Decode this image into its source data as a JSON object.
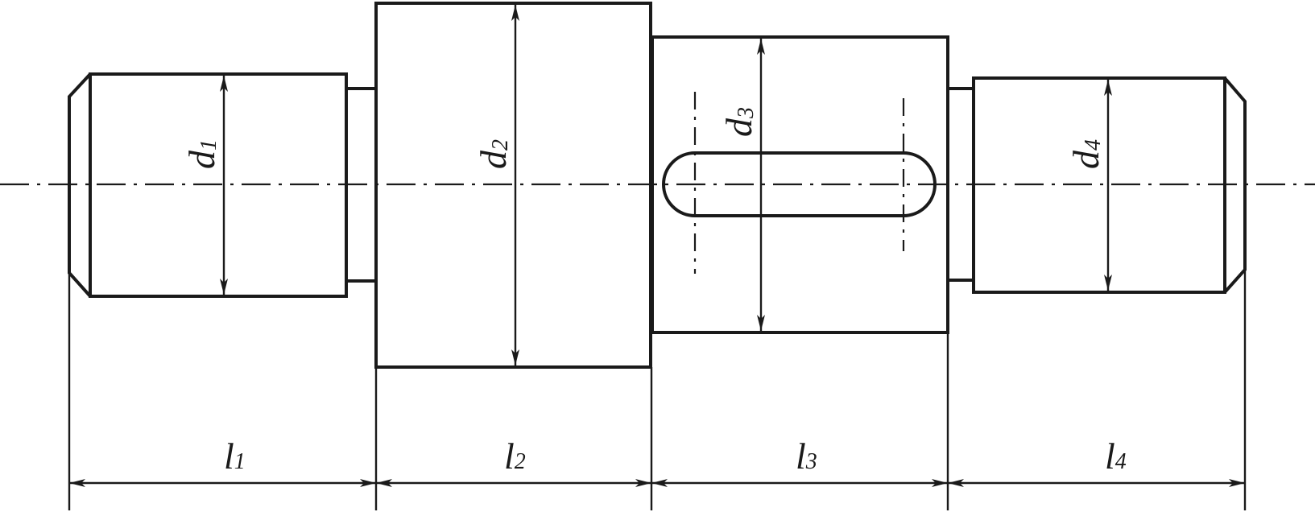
{
  "diameters": [
    {
      "id": "d1",
      "letter": "d",
      "sub": "1"
    },
    {
      "id": "d2",
      "letter": "d",
      "sub": "2"
    },
    {
      "id": "d3",
      "letter": "d",
      "sub": "3"
    },
    {
      "id": "d4",
      "letter": "d",
      "sub": "4"
    }
  ],
  "lengths": [
    {
      "id": "l1",
      "letter": "l",
      "sub": "1"
    },
    {
      "id": "l2",
      "letter": "l",
      "sub": "2"
    },
    {
      "id": "l3",
      "letter": "l",
      "sub": "3"
    },
    {
      "id": "l4",
      "letter": "l",
      "sub": "4"
    }
  ],
  "colors": {
    "line": "#1a1a1a",
    "background": "#ffffff"
  }
}
